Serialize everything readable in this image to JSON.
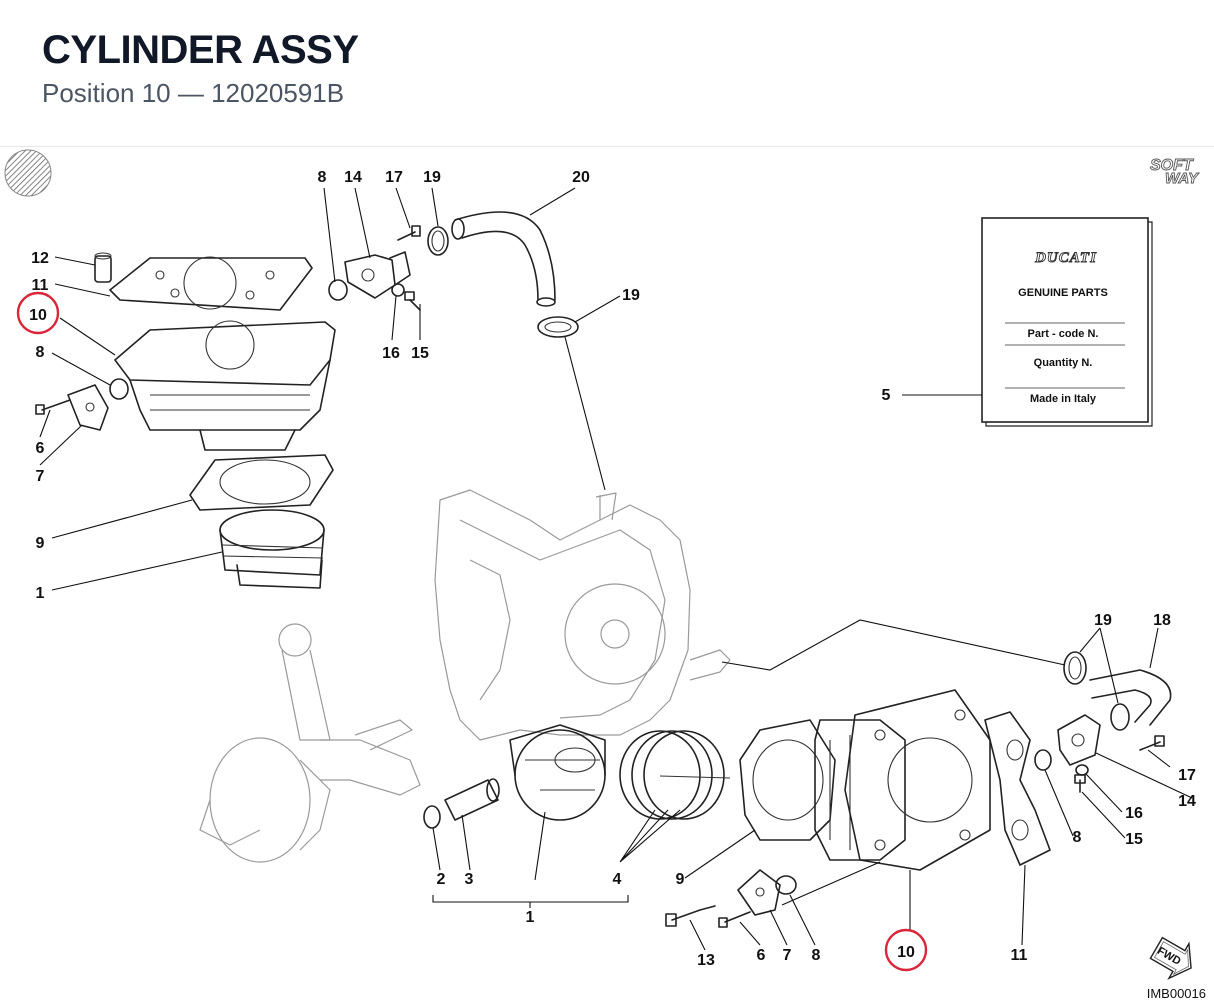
{
  "header": {
    "title": "CYLINDER ASSY",
    "subtitle": "Position 10 — 12020591B"
  },
  "callouts": {
    "top": [
      {
        "text": "8"
      },
      {
        "text": "14"
      },
      {
        "text": "17"
      },
      {
        "text": "19"
      },
      {
        "text": "20"
      },
      {
        "text": "12"
      },
      {
        "text": "11"
      },
      {
        "text": "10"
      },
      {
        "text": "8"
      },
      {
        "text": "6"
      },
      {
        "text": "7"
      },
      {
        "text": "9"
      },
      {
        "text": "1"
      },
      {
        "text": "16"
      },
      {
        "text": "15"
      },
      {
        "text": "19"
      },
      {
        "text": "5"
      }
    ],
    "bottom": [
      {
        "text": "19"
      },
      {
        "text": "18"
      },
      {
        "text": "17"
      },
      {
        "text": "14"
      },
      {
        "text": "16"
      },
      {
        "text": "15"
      },
      {
        "text": "8"
      },
      {
        "text": "11"
      },
      {
        "text": "10"
      },
      {
        "text": "9"
      },
      {
        "text": "13"
      },
      {
        "text": "6"
      },
      {
        "text": "7"
      },
      {
        "text": "8"
      },
      {
        "text": "2"
      },
      {
        "text": "3"
      },
      {
        "text": "4"
      },
      {
        "text": "1"
      }
    ]
  },
  "parts_card": {
    "brand": "DUCATI",
    "heading": "GENUINE PARTS",
    "part_code_label": "Part - code N.",
    "quantity_label": "Quantity N.",
    "made_in": "Made in Italy"
  },
  "logo": {
    "line1": "SOFT",
    "line2": "WAY"
  },
  "fwd_label": "FWD",
  "image_code": "IMB00016",
  "colors": {
    "highlight": "#d9263a",
    "ink": "#111111",
    "ghost": "#9a9a9a"
  }
}
